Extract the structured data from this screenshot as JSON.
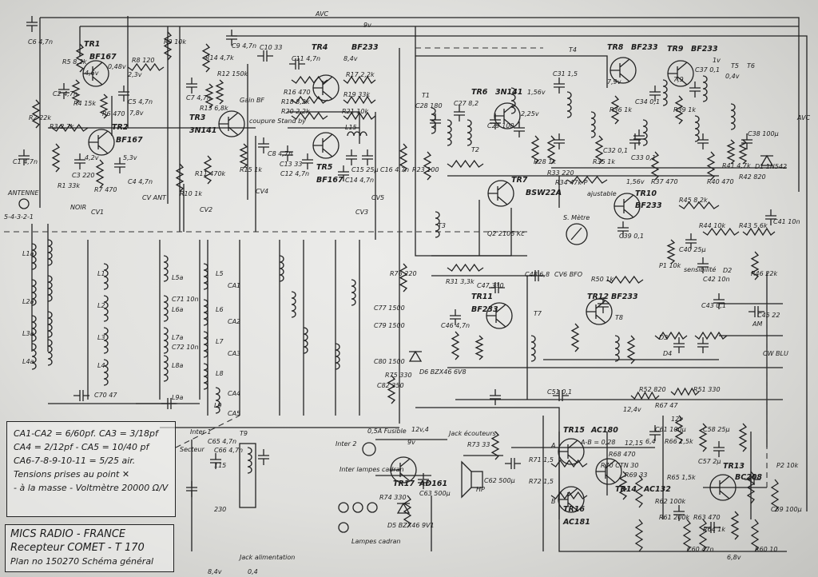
{
  "notes": [
    "CA1-CA2 = 6/60pf. CA3 = 3/18pf",
    "CA4 = 2/12pf - CA5 = 10/40 pf",
    "CA6-7-8-9-10-11 = 5/25 air.",
    "Tensions prises au point ✕",
    "- à la masse - Voltmètre 20000 Ω/V"
  ],
  "title_block": [
    "MICS RADIO -  FRANCE",
    "Recepteur COMET - T 170",
    "Plan no 150270 Schéma général"
  ],
  "transistors": [
    {
      "ref": "TR1",
      "type": "BF167"
    },
    {
      "ref": "TR2",
      "type": "BF167"
    },
    {
      "ref": "TR3",
      "type": "3N141"
    },
    {
      "ref": "TR4",
      "type": "BF233"
    },
    {
      "ref": "TR5",
      "type": "BF167"
    },
    {
      "ref": "TR6",
      "type": "3N141"
    },
    {
      "ref": "TR7",
      "type": "BSW22A"
    },
    {
      "ref": "TR8",
      "type": "BF233"
    },
    {
      "ref": "TR9",
      "type": "BF233"
    },
    {
      "ref": "TR10",
      "type": "BF233"
    },
    {
      "ref": "TR11",
      "type": "BF233"
    },
    {
      "ref": "TR12",
      "type": "BF233"
    },
    {
      "ref": "TR13",
      "type": "BC208"
    },
    {
      "ref": "TR14",
      "type": "AC132"
    },
    {
      "ref": "TR15",
      "type": "AC180"
    },
    {
      "ref": "TR16",
      "type": "AC181"
    },
    {
      "ref": "TR17",
      "type": "AD161"
    }
  ],
  "labels": [
    "AVC",
    "9v",
    "AVC",
    "ANTENNE",
    "5-4-3-2-1",
    "NOIR",
    "R1 33k",
    "R2 22k",
    "R3 2,7k",
    "C1 4,7n",
    "C6 4,7n",
    "R5 8,2k",
    "R4 15k",
    "C2 4,7n",
    "R8 120",
    "R9 10k",
    "R6 470",
    "C5 4,7n",
    "R7 470",
    "C3 220",
    "C4 4,7n",
    "CV ANT",
    "CV1",
    "R10 1k",
    "C7 4,7n",
    "R13 6,8k",
    "R12 150k",
    "R14 4,7k",
    "C9 4,7n",
    "C10 33",
    "R11 470k",
    "R15 1k",
    "C8 4,7n",
    "CV4",
    "CV2",
    "C11 4,7n",
    "R16 470",
    "R17 2,2k",
    "R18 8,2k",
    "R19 33k",
    "R20 2,2k",
    "R21 10k",
    "L15",
    "C13 33",
    "C12 4,7n",
    "C14 4,7n",
    "C15 25µ",
    "C16 4,7n",
    "CV5",
    "CV3",
    "R23 100",
    "C28 180",
    "C27 8,2",
    "C29 100",
    "R28 1k",
    "R33 220",
    "C31 1,5",
    "R35 1k",
    "C32 0,1",
    "R36 1k",
    "C34 0,1",
    "R37 470",
    "C33 0,1",
    "R39 1k",
    "C37 0,1",
    "R40 470",
    "R41 4,7k",
    "R42 820",
    "C38 100µ",
    "D1 1N542",
    "R34 47k P",
    "ajustable",
    "R45 8,2k",
    "C39 0,1",
    "R44 10k",
    "R43 5,6k",
    "C41 10n",
    "C40 25µ",
    "P1 10k",
    "sensibilité",
    "C42 10n",
    "R46 22k",
    "C43 0,1",
    "C45 22",
    "R31 3,3k",
    "C46 4,7n",
    "C47 330",
    "C48 6,8",
    "CV6 BFO",
    "R50 1k",
    "T1",
    "T2",
    "T3",
    "T4",
    "T5",
    "T6",
    "T7",
    "T8",
    "T9",
    "Q2 2105 Kc",
    "S. Mètre",
    "L1a",
    "L2a",
    "L3a",
    "L4a",
    "L1",
    "L2",
    "L3",
    "L4",
    "L5a",
    "L6a",
    "L7a",
    "L8a",
    "L9a",
    "L5",
    "L6",
    "L7",
    "L8",
    "L9",
    "CA1",
    "CA2",
    "CA3",
    "CA4",
    "CA5",
    "C70 47",
    "C71 10n",
    "C72 10n",
    "C77 1500",
    "C79 1500",
    "C80 1500",
    "C82 250",
    "D6 BZX46 6V8",
    "R76 220",
    "R75 330",
    "D2",
    "D3",
    "D4",
    "AM",
    "CW BLU",
    "R51 330",
    "R52 820",
    "C51 0,1",
    "Inter 1",
    "Secteur",
    "C65 4,7n",
    "C66 4,7n",
    "115",
    "230",
    "Jack alimentation",
    "Inter 2",
    "0,5A Fusible",
    "Inter lampes cadran",
    "Lampes cadran",
    "R74 330",
    "D5 BZX46 9V1",
    "C63 500µ",
    "12v,4",
    "9v",
    "Jack écouteurs",
    "HP",
    "R73 33",
    "C62 500µ",
    "R71 1,5",
    "R72 1,5",
    "A",
    "B",
    "A-B = 0,28",
    "12,4v",
    "R70 CTN 30",
    "R69 33",
    "R68 470",
    "R67 47",
    "C61 100µ",
    "12,15",
    "6,4",
    "R66 1,5k",
    "12v",
    "R65 1,5k",
    "C58 25µ",
    "C57 2µ",
    "R62 100k",
    "R61 200k",
    "C60 47n",
    "R63 470",
    "R64 1k",
    "6,8v",
    "C59 100µ",
    "R60 10",
    "P2 10k",
    "Gain BF",
    "coupure Stand by",
    "8,4v",
    "0,48v",
    "2,3v",
    "7,8v",
    "4,6v",
    "4,2v",
    "5,3v",
    "1v",
    "0,4v",
    "7,9v",
    "7,9",
    "1,56v",
    "1,56v",
    "2,25v",
    "8,4v",
    "0,4"
  ],
  "colors": {
    "ink": "#222222",
    "paper": "#e6e6e3"
  }
}
